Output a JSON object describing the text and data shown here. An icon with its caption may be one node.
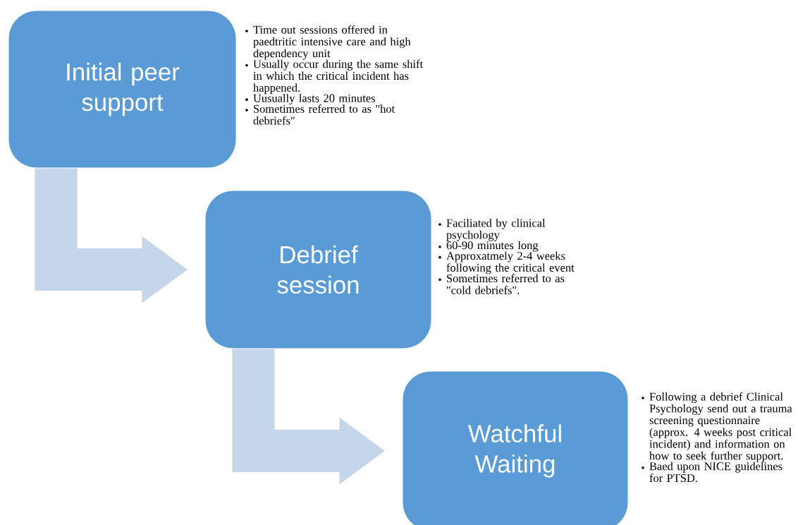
{
  "diagram": {
    "nodes": [
      {
        "text": [
          "Initial peer support"
        ],
        "beside": [
          "Time out sessions offered in paedtritic intensive care and high dependency unit",
          "Usually occur during the same shift in which the critical incident has happened.",
          "Uusually lasts 20 minutes",
          "Sometimes referred to as \"hot debriefs\""
        ]
      },
      {
        "text": [
          "Debrief session"
        ],
        "beside": [
          "Faciliated by clinical psychology",
          "60-90 minutes long",
          "Approxatmely 2-4 weeks following the critical event",
          "Sometimes referred to as \"cold debriefs\"."
        ]
      },
      {
        "text": [
          "Watchful Waiting"
        ],
        "beside": [
          "Following a debrief Clinical Psychology send out a trauma screening questionnaire (approx. 4 weeks post critical incident) and information on how to seek further support.",
          "Baed upon NICE guidelines for PTSD."
        ]
      }
    ],
    "edges": [
      {
        "from": 0,
        "to": 1,
        "arrow": "to"
      },
      {
        "from": 1,
        "to": 2,
        "arrow": "to"
      }
    ]
  }
}
